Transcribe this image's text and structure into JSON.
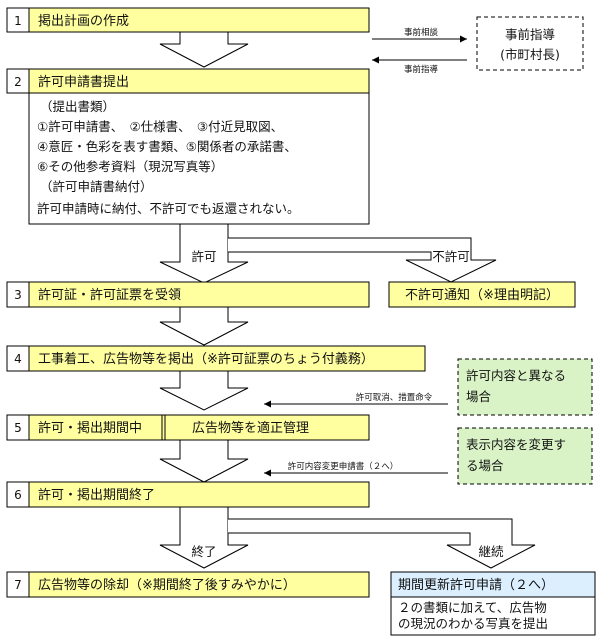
{
  "steps": {
    "s1": {
      "num": "1",
      "label": "掲出計画の作成"
    },
    "s2": {
      "num": "2",
      "label": "許可申請書提出",
      "body": [
        "（提出書類）",
        "①許可申請書、　②仕様書、　③付近見取図、",
        "④意匠・色彩を表す書類、⑤関係者の承諾書、",
        "⑥その他参考資料（現況写真等）",
        "（許可申請書納付）",
        "許可申請時に納付、不許可でも返還されない。"
      ]
    },
    "s3": {
      "num": "3",
      "label": "許可証・許可証票を受領"
    },
    "s4": {
      "num": "4",
      "label": "工事着工、広告物等を掲出（※許可証票のちょう付義務）"
    },
    "s5": {
      "num": "5",
      "label": "許可・掲出期間中",
      "sub_label": "広告物等を適正管理"
    },
    "s6": {
      "num": "6",
      "label": "許可・掲出期間終了"
    },
    "s7": {
      "num": "7",
      "label": "広告物等の除却（※期間終了後すみやかに）"
    }
  },
  "side_boxes": {
    "prior_guidance": {
      "line1": "事前指導",
      "line2": "(市町村長)"
    },
    "not_permitted": "不許可通知（※理由明記）",
    "differs": {
      "line1": "許可内容と異なる",
      "line2": "場合"
    },
    "change": {
      "line1": "表示内容を変更す",
      "line2": "る場合"
    },
    "renewal": {
      "title": "期間更新許可申請（２へ）",
      "line1": "２の書類に加えて、広告物",
      "line2": "の現況のわかる写真を提出"
    }
  },
  "arrow_labels": {
    "prior_consult": "事前相談",
    "prior_guidance": "事前指導",
    "permit": "許可",
    "not_permit": "不許可",
    "revocation": "許可取消、措置命令",
    "change_application": "許可内容変更申請書（２へ）",
    "end": "終了",
    "continue": "継続"
  },
  "colors": {
    "step_fill": "#ffffa0",
    "number_fill": "#ffffff",
    "side_green_fill": "#d9f3c6",
    "renewal_fill": "#dcefff",
    "stroke": "#000000"
  }
}
